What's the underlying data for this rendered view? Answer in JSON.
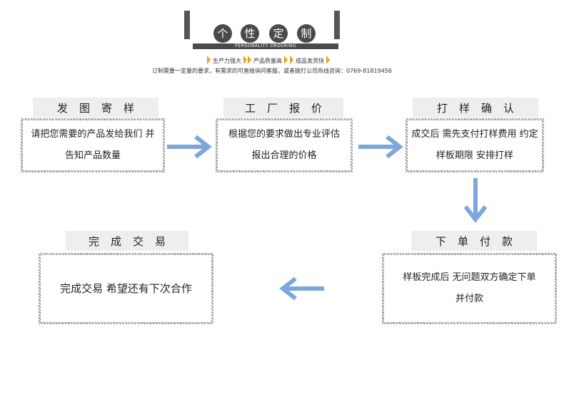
{
  "header": {
    "title_chars": [
      "个",
      "性",
      "定",
      "制"
    ],
    "subtitle": "PERSONALITY ORDERING",
    "tags": [
      "生产力强大",
      "产品质量高",
      "成品发货快"
    ],
    "tagline": "订制需要一定量的要求，有需求的可直接询问客服，或者拨打公司热线咨询：0769-81819456"
  },
  "steps": [
    {
      "title": "发图寄样",
      "desc": "请把您需要的产品发给我们 并告知产品数量"
    },
    {
      "title": "工厂报价",
      "desc": "根据您的要求做出专业评估 报出合理的价格"
    },
    {
      "title": "打样确认",
      "desc": "成交后 需先支付打样费用 约定样板期限 安排打样"
    },
    {
      "title": "下单付款",
      "desc": "样板完成后 无问题双方确定下单并付款"
    },
    {
      "title": "完成交易",
      "desc": "完成交易 希望还有下次合作"
    }
  ],
  "colors": {
    "arrow": "#7da7db",
    "accent": "#f0a020",
    "dark": "#4a4a4a"
  }
}
